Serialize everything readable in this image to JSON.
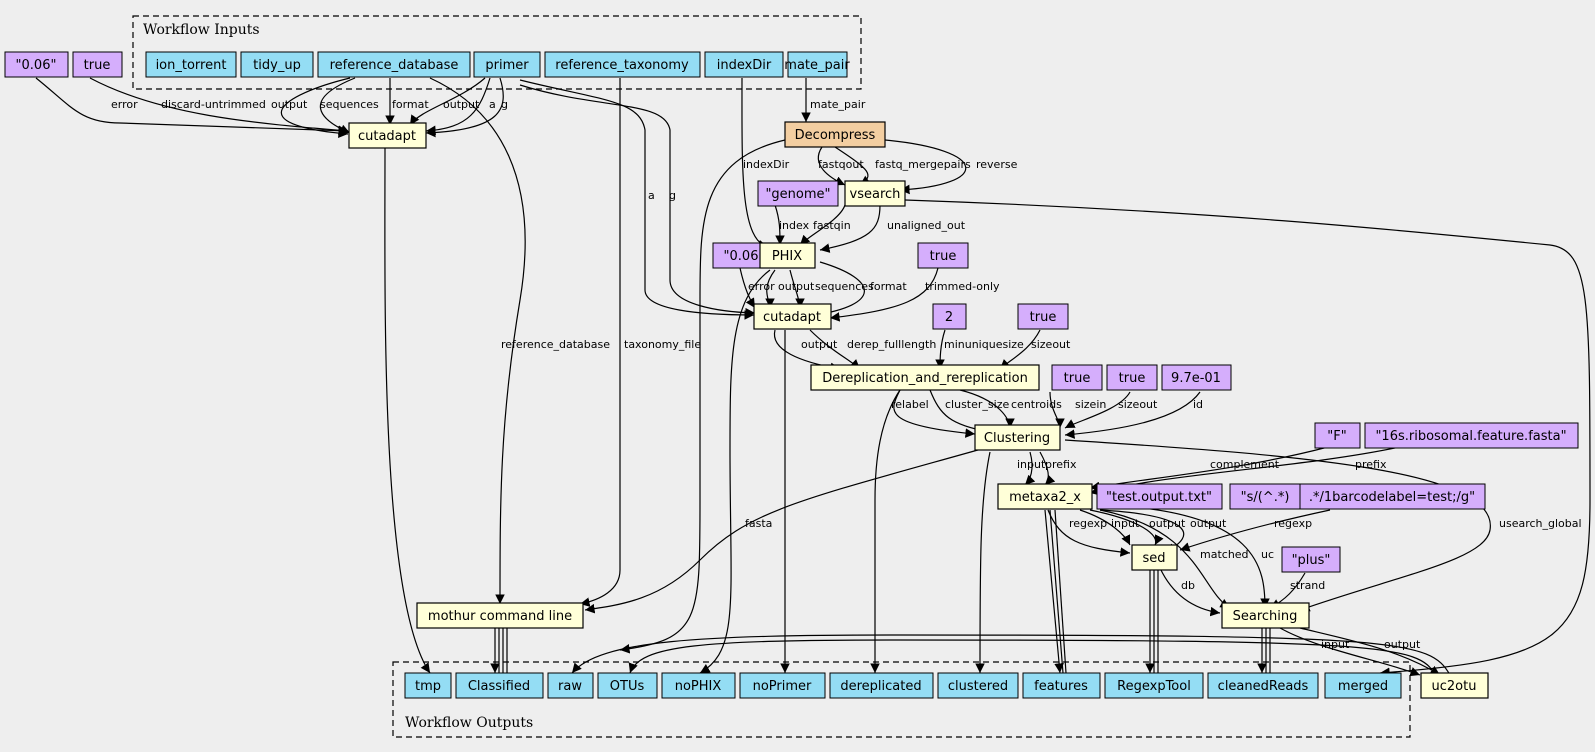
{
  "colors": {
    "background": "#eeeeee",
    "io": "#94ddf4",
    "param": "#d5aefc",
    "step": "#ffffd8",
    "decompress": "#f3cea1"
  },
  "clusters": {
    "inputs": "Workflow Inputs",
    "outputs": "Workflow Outputs"
  },
  "inputs": [
    "ion_torrent",
    "tidy_up",
    "reference_database",
    "primer",
    "reference_taxonomy",
    "indexDir",
    "mate_pair"
  ],
  "outputs": [
    "tmp",
    "Classified",
    "raw",
    "OTUs",
    "noPHIX",
    "noPrimer",
    "dereplicated",
    "clustered",
    "features",
    "RegexpTool",
    "cleanedReads",
    "merged"
  ],
  "steps": {
    "cutadapt1": "cutadapt",
    "decompress": "Decompress",
    "vsearch": "vsearch",
    "phix": "PHIX",
    "cutadapt2": "cutadapt",
    "derep": "Dereplication_and_rereplication",
    "clustering": "Clustering",
    "metaxa": "metaxa2_x",
    "sed": "sed",
    "searching": "Searching",
    "mothur": "mothur command line",
    "uc2otu": "uc2otu"
  },
  "params": {
    "p006a": "\"0.06\"",
    "ptrue_a": "true",
    "pgenome": "\"genome\"",
    "p006b": "\"0.06\"",
    "ptrue_b": "true",
    "p2": "2",
    "ptrue_c": "true",
    "ptrue_d": "true",
    "ptrue_e": "true",
    "p097": "9.7e-01",
    "pF": "\"F\"",
    "p16s": "\"16s.ribosomal.feature.fasta\"",
    "ptest": "\"test.output.txt\"",
    "psed1": "\"s/(^.*)",
    "psed2": ".*/1barcodelabel=test;/g\"",
    "pplus": "\"plus\""
  },
  "edge_labels": {
    "error1": "error",
    "discard": "discard-untrimmed",
    "output1": "output",
    "sequences1": "sequences",
    "format1": "format",
    "output2": "output",
    "a1": "a",
    "g1": "g",
    "mate_pair": "mate_pair",
    "indexDir": "indexDir",
    "fastqout": "fastqout",
    "fastq_mergepairs": "fastq_mergepairs",
    "reverse": "reverse",
    "index": "index",
    "fastqin": "fastqin",
    "unaligned_out": "unaligned_out",
    "a2": "a",
    "g2": "g",
    "error2": "error",
    "output3": "output",
    "sequences2": "sequences",
    "format2": "format",
    "trimmed_only": "trimmed-only",
    "reference_database": "reference_database",
    "taxonomy_file": "taxonomy_file",
    "output4": "output",
    "derep_fulllength": "derep_fulllength",
    "minuniquesize": "minuniquesize",
    "sizeout1": "sizeout",
    "relabel": "relabel",
    "cluster_size": "cluster_size",
    "centroids": "centroids",
    "sizein": "sizein",
    "sizeout2": "sizeout",
    "id": "id",
    "input1": "input",
    "prefix1": "prefix",
    "complement": "complement",
    "prefix2": "prefix",
    "fasta": "fasta",
    "regexp1": "regexp",
    "input2": "input",
    "output5": "output",
    "output6": "output",
    "regexp2": "regexp",
    "matched": "matched",
    "uc": "uc",
    "usearch_global": "usearch_global",
    "strand": "strand",
    "db": "db",
    "input3": "input",
    "output7": "output"
  }
}
